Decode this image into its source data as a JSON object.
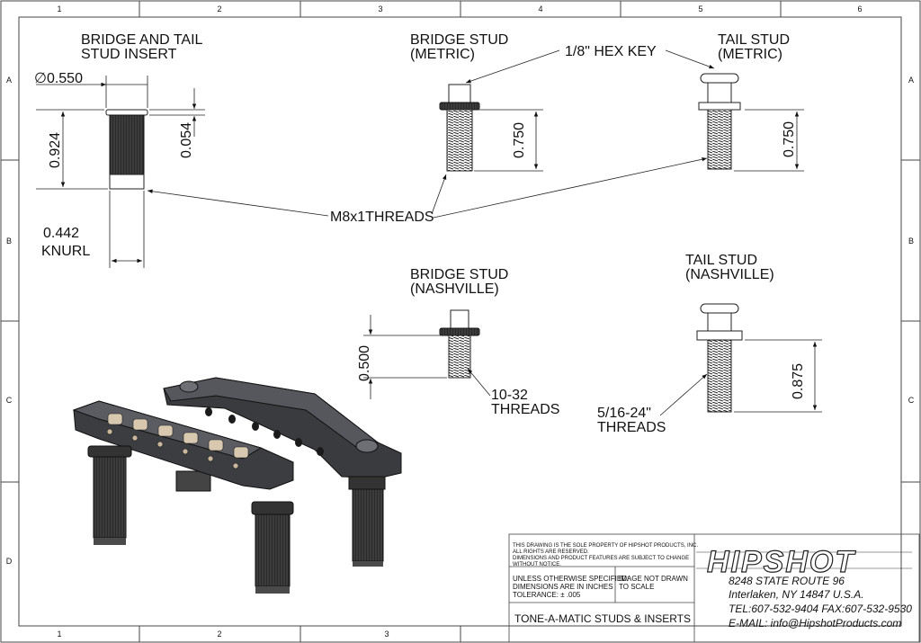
{
  "border": {
    "col_labels": [
      "1",
      "2",
      "3",
      "4",
      "5",
      "6"
    ],
    "bottom_col_labels": [
      "1",
      "2",
      "3"
    ],
    "row_labels": [
      "A",
      "B",
      "C",
      "D"
    ]
  },
  "labels": {
    "insert_title": [
      "BRIDGE AND TAIL",
      "STUD INSERT"
    ],
    "bridge_metric_title": [
      "BRIDGE STUD",
      "(METRIC)"
    ],
    "tail_metric_title": [
      "TAIL STUD",
      "(METRIC)"
    ],
    "bridge_nash_title": [
      "BRIDGE STUD",
      "(NASHVILLE)"
    ],
    "tail_nash_title": [
      "TAIL STUD",
      "(NASHVILLE)"
    ],
    "hex_key": "1/8\" HEX KEY",
    "m8_threads": "M8x1THREADS",
    "threads_1032": [
      "10-32",
      "THREADS"
    ],
    "threads_516": [
      "5/16-24\"",
      "THREADS"
    ],
    "knurl": [
      "0.442",
      "KNURL"
    ]
  },
  "dimensions": {
    "insert_dia": "0.550",
    "dia_symbol": "∅",
    "insert_len": "0.924",
    "insert_flange": "0.054",
    "bridge_metric_thread": "0.750",
    "tail_metric_thread": "0.750",
    "bridge_nash_thread": "0.500",
    "tail_nash_thread": "0.875"
  },
  "title_block": {
    "notice": [
      "THIS DRAWING IS THE SOLE PROPERTY OF HIPSHOT PRODUCTS, INC.",
      "ALL RIGHTS ARE RESERVED.",
      "DIMENSIONS AND PRODUCT FEATURES ARE SUBJECT TO CHANGE",
      "WITHOUT NOTICE."
    ],
    "spec": [
      "UNLESS OTHERWISE SPECIFIED:",
      "DIMENSIONS ARE IN INCHES",
      "TOLERANCE: ± .005"
    ],
    "scale": [
      "IMAGE NOT DRAWN",
      "TO SCALE"
    ],
    "drawing_title": "TONE-A-MATIC STUDS & INSERTS",
    "logo": "HIPSHOT",
    "address": [
      "8248 STATE ROUTE 96",
      "Interlaken, NY 14847 U.S.A.",
      "TEL:607-532-9404 FAX:607-532-9530",
      "E-MAIL: info@HipshotProducts.com"
    ]
  }
}
